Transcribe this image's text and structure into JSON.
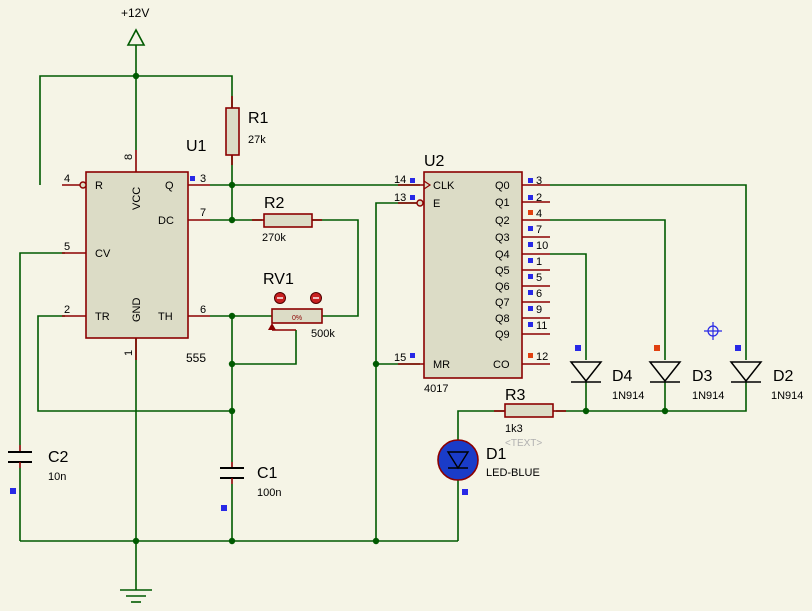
{
  "power": {
    "label": "+12V"
  },
  "u1": {
    "ref": "U1",
    "type": "555",
    "pins": {
      "r": "R",
      "vcc": "VCC",
      "q": "Q",
      "dc": "DC",
      "cv": "CV",
      "tr": "TR",
      "gnd": "GND",
      "th": "TH"
    },
    "pin_numbers": {
      "p4": "4",
      "p8": "8",
      "p3": "3",
      "p7": "7",
      "p5": "5",
      "p2": "2",
      "p6": "6",
      "p1": "1"
    }
  },
  "r1": {
    "ref": "R1",
    "value": "27k"
  },
  "r2": {
    "ref": "R2",
    "value": "270k"
  },
  "rv1": {
    "ref": "RV1",
    "value": "500k",
    "percent": "0%"
  },
  "c1": {
    "ref": "C1",
    "value": "100n"
  },
  "c2": {
    "ref": "C2",
    "value": "10n"
  },
  "u2": {
    "ref": "U2",
    "type": "4017",
    "left_pins": {
      "clk": "CLK",
      "e": "E",
      "mr": "MR"
    },
    "left_numbers": {
      "clk": "14",
      "e": "13",
      "mr": "15"
    },
    "outputs": [
      {
        "label": "Q0",
        "num": "3"
      },
      {
        "label": "Q1",
        "num": "2"
      },
      {
        "label": "Q2",
        "num": "4"
      },
      {
        "label": "Q3",
        "num": "7"
      },
      {
        "label": "Q4",
        "num": "10"
      },
      {
        "label": "Q5",
        "num": "1"
      },
      {
        "label": "Q6",
        "num": "5"
      },
      {
        "label": "Q7",
        "num": "6"
      },
      {
        "label": "Q8",
        "num": "9"
      },
      {
        "label": "Q9",
        "num": "11"
      }
    ],
    "co": {
      "label": "CO",
      "num": "12"
    }
  },
  "r3": {
    "ref": "R3",
    "value": "1k3",
    "text": "<TEXT>"
  },
  "d1": {
    "ref": "D1",
    "value": "LED-BLUE"
  },
  "d2": {
    "ref": "D2",
    "value": "1N914"
  },
  "d3": {
    "ref": "D3",
    "value": "1N914"
  },
  "d4": {
    "ref": "D4",
    "value": "1N914"
  },
  "colors": {
    "wire": "#005a00",
    "pin": "#8b0000",
    "body": "#dcdcc6",
    "background": "#f5f4e6",
    "state_low": "#2828e6",
    "state_high": "#e04010"
  }
}
